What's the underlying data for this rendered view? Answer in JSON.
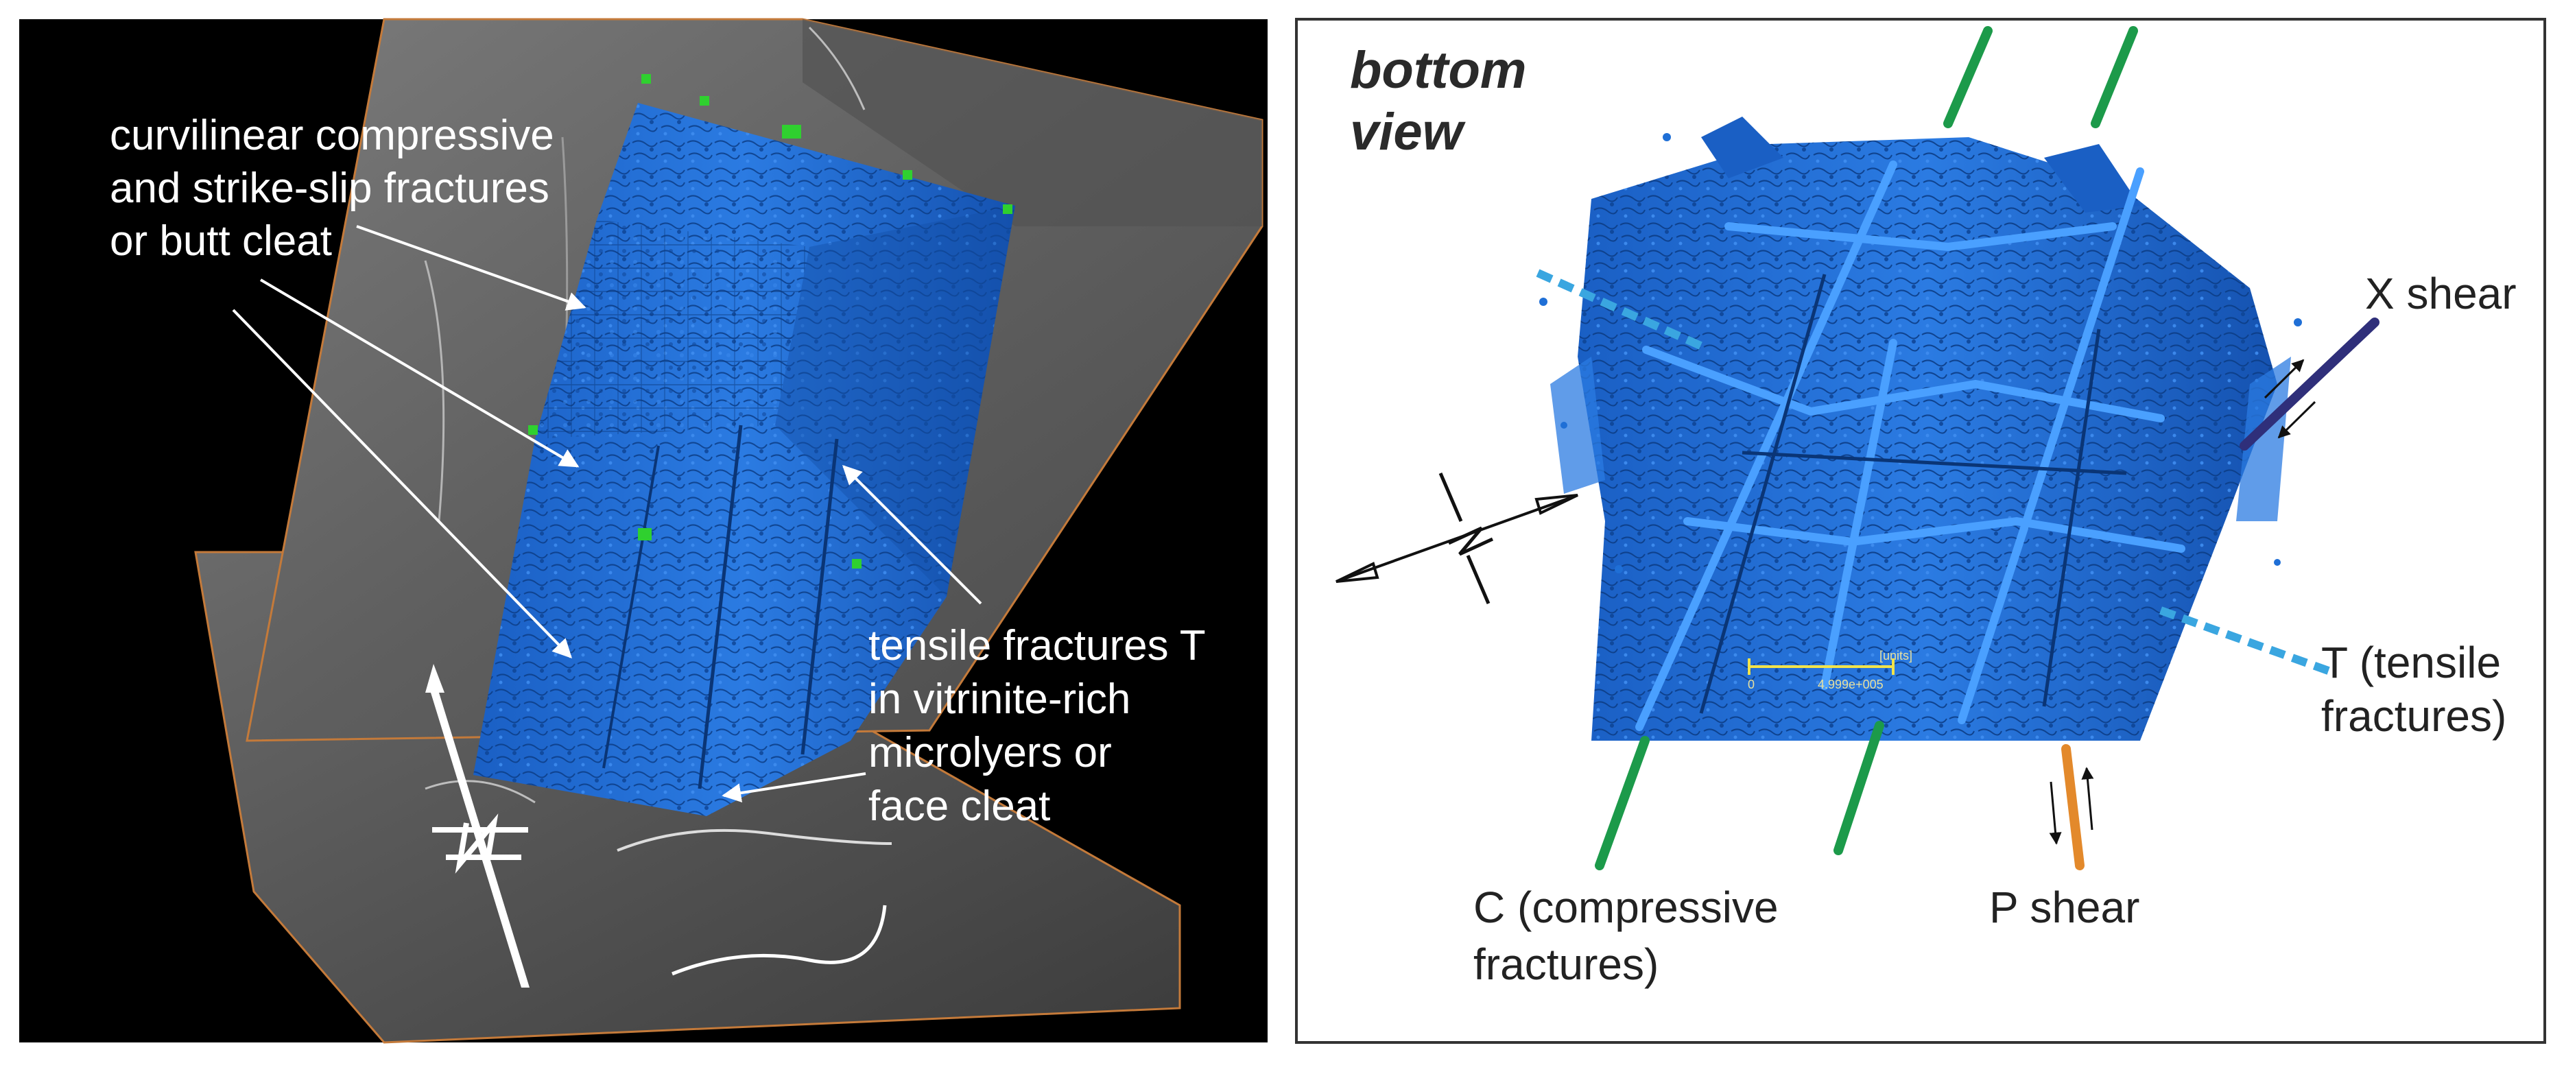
{
  "left_panel": {
    "annotations": {
      "curvilinear": [
        "curvilinear compressive",
        "and strike-slip fractures",
        "or butt cleat"
      ],
      "tensile": [
        "tensile fractures T",
        "in vitrinite-rich",
        "microlyers or",
        "face cleat"
      ]
    }
  },
  "right_panel": {
    "view_label": [
      "bottom",
      "view"
    ],
    "labels": {
      "x_shear": "X shear",
      "t_fractures": [
        "T (tensile",
        "fractures)"
      ],
      "c_fractures": [
        "C (compressive",
        "fractures)"
      ],
      "p_shear": "P shear"
    },
    "scale_bar": {
      "unit": "[units]",
      "start": "0",
      "end": "4.999e+005"
    }
  },
  "colors": {
    "fracture_blue": "#1f6fd6",
    "c_green": "#1c9a4a",
    "t_cyan": "#3aa6e0",
    "x_navy": "#2f2f7a",
    "p_orange": "#e3892b"
  }
}
